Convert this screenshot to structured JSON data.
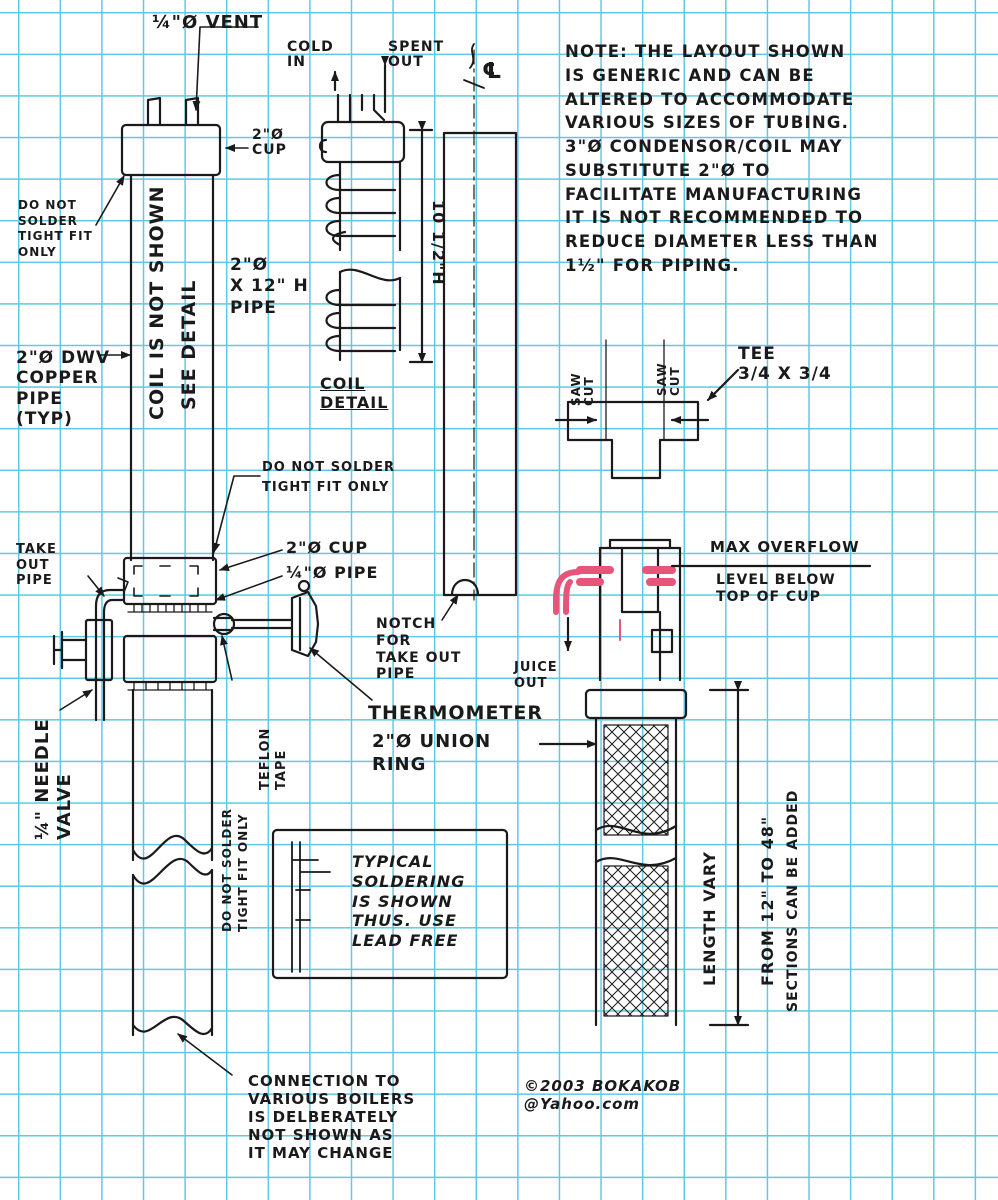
{
  "labels": {
    "vent": "¼\"Ø VENT",
    "cold_in": "COLD\nIN",
    "spent_out": "SPENT\nOUT",
    "centerline": "℄",
    "note": "NOTE: THE LAYOUT SHOWN\nIS GENERIC AND CAN BE\nALTERED TO ACCOMMODATE\nVARIOUS SIZES OF TUBING.\n3\"Ø CONDENSOR/COIL MAY\nSUBSTITUTE 2\"Ø TO\nFACILITATE MANUFACTURING\nIT IS NOT RECOMMENDED TO\nREDUCE DIAMETER LESS THAN\n1½\" FOR PIPING.",
    "cup_top": "2\"Ø\nCUP",
    "do_not_solder_top": "DO NOT\nSOLDER\nTIGHT FIT\nONLY",
    "coil_not_shown": "COIL IS NOT SHOWN",
    "see_detail": "SEE DETAIL",
    "pipe_2x12": "2\"Ø\nX 12\" H\nPIPE",
    "dim_10_half": "10 1/2\"H",
    "dwv_pipe": "2\"Ø DWV\nCOPPER\nPIPE\n(TYP)",
    "coil_detail": "COIL\nDETAIL",
    "saw_cut": "SAW\nCUT",
    "tee": "TEE\n3/4 X 3/4",
    "do_not_solder_mid": "DO NOT SOLDER\nTIGHT FIT ONLY",
    "take_out_pipe": "TAKE\nOUT\nPIPE",
    "cup_mid": "2\"Ø CUP",
    "pipe_quarter": "¼\"Ø PIPE",
    "max_overflow": "MAX OVERFLOW",
    "level_below": "LEVEL BELOW\nTOP OF CUP",
    "notch": "NOTCH\nFOR\nTAKE OUT\nPIPE",
    "juice_out": "JUICE\nOUT",
    "thermometer": "THERMOMETER",
    "union_ring": "2\"Ø UNION\nRING",
    "needle_valve": "¼\" NEEDLE\nVALVE",
    "do_not_solder_vertical": "DO NOT SOLDER\nTIGHT FIT ONLY",
    "teflon_tape": "TEFLON\nTAPE",
    "typical_soldering": "TYPICAL\nSOLDERING\nIS SHOWN\nTHUS. USE\nLEAD FREE",
    "length_vary": "LENGTH VARY",
    "from_12_to_48": "FROM 12\" TO 48\"",
    "sections_added": "SECTIONS CAN BE ADDED",
    "connection_note": "CONNECTION TO\nVARIOUS BOILERS\nIS DELBERATELY\nNOT SHOWN AS\nIT MAY CHANGE",
    "copyright": "©2003 BOKAKOB\n@Yahoo.com"
  },
  "colors": {
    "grid": "#5fc8e2",
    "ink": "#1a1a1a",
    "accent": "#e8557a",
    "paper": "#ffffff"
  }
}
